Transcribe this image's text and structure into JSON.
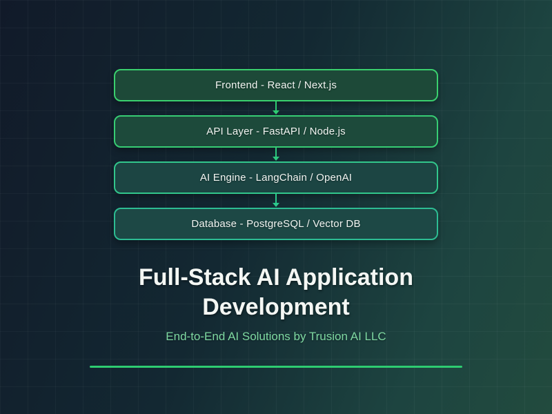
{
  "flowchart": {
    "nodes": [
      {
        "label": "Frontend - React / Next.js",
        "border_color": "#3ad06e",
        "fill_color": "#1d4938"
      },
      {
        "label": "API Layer - FastAPI / Node.js",
        "border_color": "#37cd74",
        "fill_color": "#1d4a3b"
      },
      {
        "label": "AI Engine - LangChain / OpenAI",
        "border_color": "#32c78c",
        "fill_color": "#1c4543"
      },
      {
        "label": "Database - PostgreSQL / Vector DB",
        "border_color": "#2dbd93",
        "fill_color": "#1d4845"
      }
    ],
    "arrows": [
      {
        "from": 0,
        "to": 1,
        "color": "#2ecc71"
      },
      {
        "from": 1,
        "to": 2,
        "color": "#2dca7e"
      },
      {
        "from": 2,
        "to": 3,
        "color": "#2cc98c"
      }
    ]
  },
  "title": {
    "text": "Full-Stack AI Application Development"
  },
  "subtitle": {
    "text": "End-to-End AI Solutions by Trusion AI LLC",
    "color": "#7fd9a2"
  },
  "divider": {
    "color": "#2ecc71"
  },
  "colors": {
    "background_top_left": "#111a29",
    "background_bottom_right": "#224b3e",
    "node_text": "#f2f5f2",
    "title_text": "#f4f7f4"
  }
}
